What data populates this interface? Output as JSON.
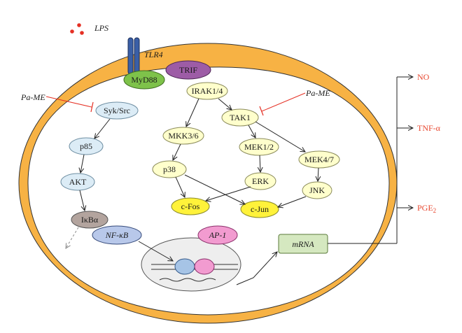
{
  "labels": {
    "lps": "LPS",
    "tlr4": "TLR4",
    "myd88": "MyD88",
    "trif": "TRIF",
    "irak": "IRAK1/4",
    "tak1": "TAK1",
    "syk": "Syk/Src",
    "p85": "p85",
    "akt": "AKT",
    "ikb": "IκBα",
    "nfkb": "NF-κB",
    "mkk36": "MKK3/6",
    "p38": "p38",
    "mek12": "MEK1/2",
    "erk": "ERK",
    "mek47": "MEK4/7",
    "jnk": "JNK",
    "cfos": "c-Fos",
    "cjun": "c-Jun",
    "ap1": "AP-1",
    "mrna": "mRNA",
    "pame_left": "Pa-ME",
    "pame_right": "Pa-ME",
    "no": "NO",
    "tnf": "TNF-α",
    "pge": "PGE",
    "pge_sub": "2"
  },
  "colors": {
    "membrane": "#f7b244",
    "myd88": "#7ec24a",
    "trif": "#9d5ca6",
    "ikb": "#b3a49e",
    "nfkb": "#b8c8ea",
    "ap1": "#f29bd0",
    "mrna": "#d5e8c0",
    "output_red": "#e8472f"
  }
}
